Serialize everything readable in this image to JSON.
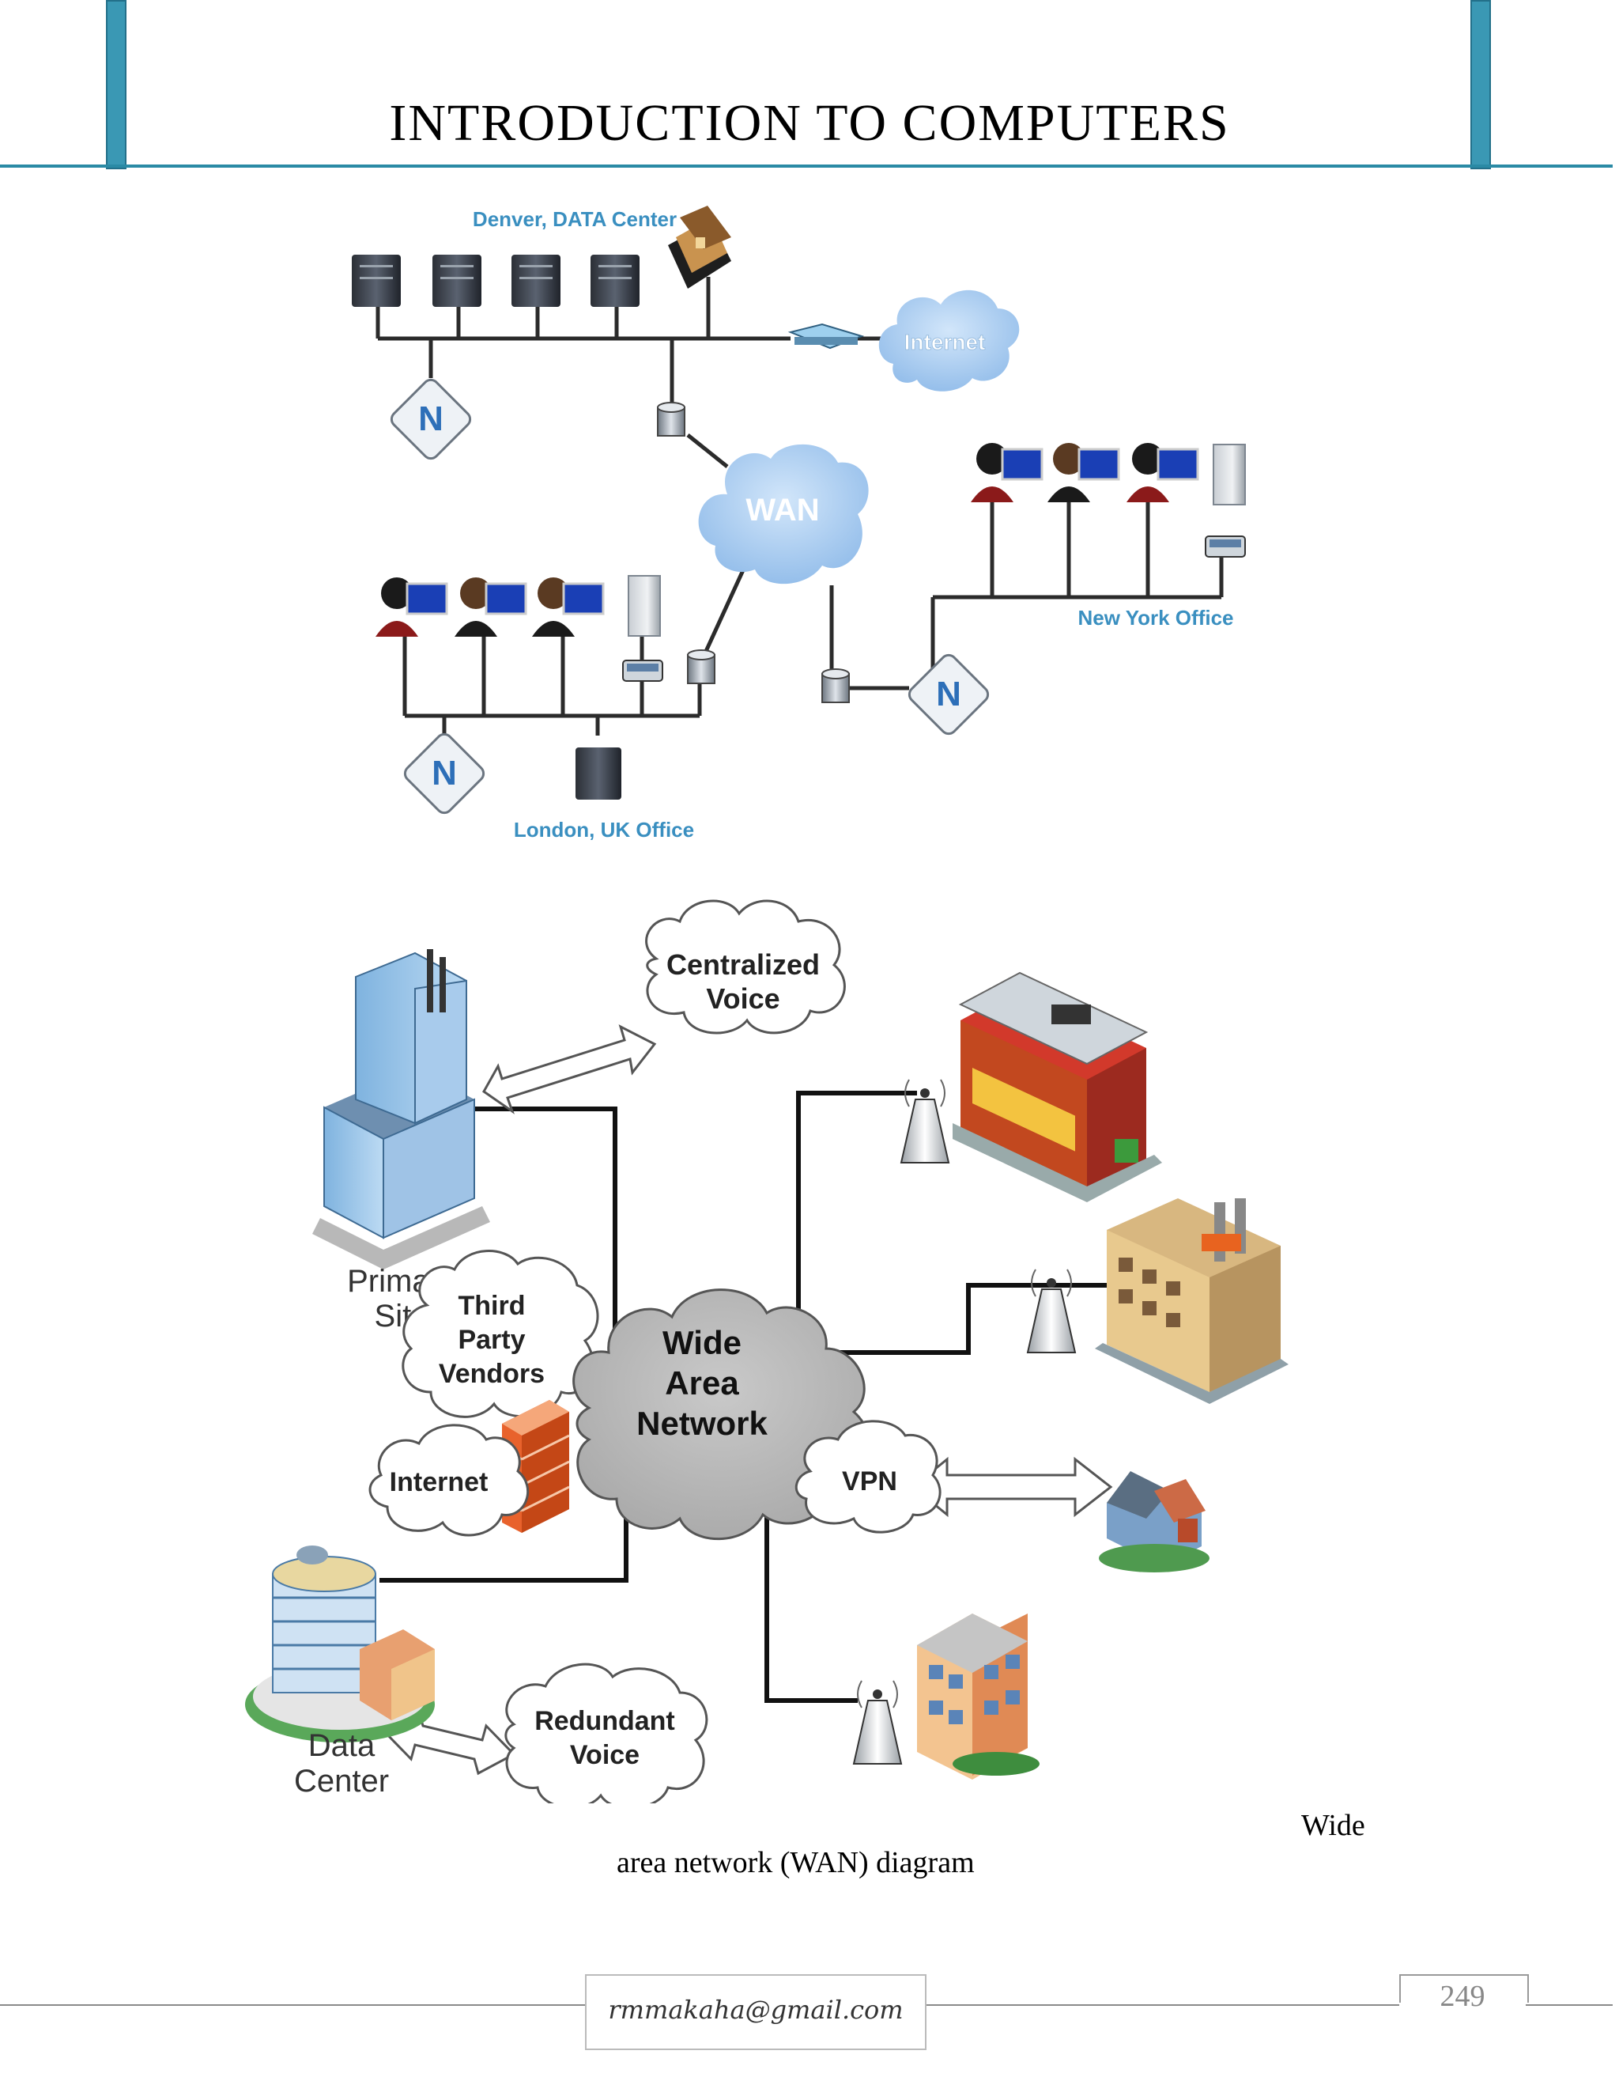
{
  "header": {
    "title": "INTRODUCTION TO COMPUTERS"
  },
  "diagram1": {
    "labels": {
      "datacenter": "Denver, DATA Center",
      "internet": "Internet",
      "wan": "WAN",
      "newyork": "New York Office",
      "london": "London, UK Office"
    }
  },
  "diagram2": {
    "labels": {
      "centralized_l1": "Centralized",
      "centralized_l2": "Voice",
      "primary_l1": "Primary",
      "primary_l2": "Site",
      "vendors_l1": "Third",
      "vendors_l2": "Party",
      "vendors_l3": "Vendors",
      "wan_l1": "Wide",
      "wan_l2": "Area",
      "wan_l3": "Network",
      "internet": "Internet",
      "vpn": "VPN",
      "datacenter_l1": "Data",
      "datacenter_l2": "Center",
      "redundant_l1": "Redundant",
      "redundant_l2": "Voice"
    }
  },
  "caption": {
    "line1": "Wide",
    "line2": "area network (WAN) diagram"
  },
  "footer": {
    "email": "rmmakaha@gmail.com",
    "page_number": "249"
  },
  "colors": {
    "accent": "#3a98b4",
    "label_blue": "#3a8fc0",
    "cloud_blue": "#a9cdf0",
    "cloud_gray": "#b5b5b5"
  }
}
